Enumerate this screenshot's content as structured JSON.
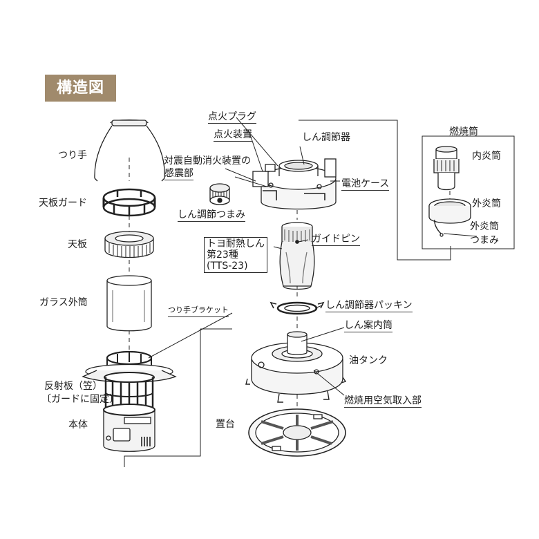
{
  "title": "構造図",
  "labels": {
    "handle": "つり手",
    "top_guard": "天板ガード",
    "top_plate": "天板",
    "glass": "ガラス外筒",
    "handle_bracket": "つり手ブラケット",
    "reflector_1": "反射板（笠）",
    "reflector_2": "〔ガードに固定〕",
    "body": "本体",
    "ignition_plug": "点火プラグ",
    "igniter": "点火装置",
    "seismic_1": "対震自動消火装置の",
    "seismic_2": "感震部",
    "wick_adj_knob": "しん調節つまみ",
    "wick_adjuster": "しん調節器",
    "battery_case": "電池ケース",
    "wick_1": "トヨ耐熱しん",
    "wick_2": "第23種",
    "wick_3": "(TTS-23)",
    "guide_pin": "ガイドピン",
    "adjuster_packing": "しん調節器パッキン",
    "wick_guide_tube": "しん案内筒",
    "oil_tank": "油タンク",
    "air_intake": "燃焼用空気取入部",
    "stand": "置台",
    "burner": "燃焼筒",
    "inner_tube": "内炎筒",
    "outer_tube": "外炎筒",
    "outer_knob_1": "外炎筒",
    "outer_knob_2": "つまみ"
  }
}
